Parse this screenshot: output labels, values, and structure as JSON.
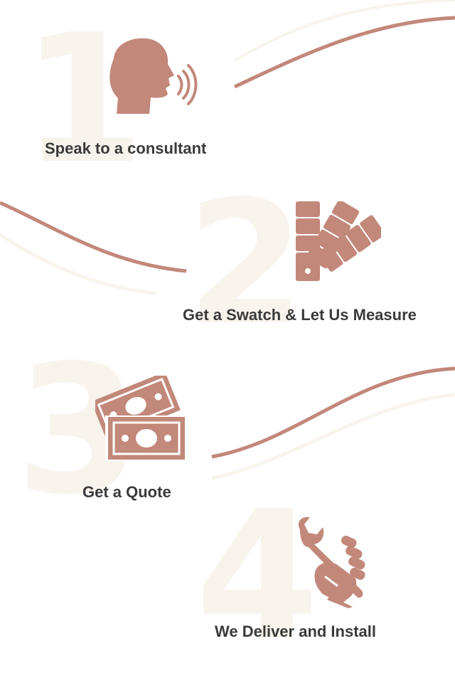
{
  "colors": {
    "accent": "#c2887a",
    "cream": "#f8f4ec",
    "text": "#3a3a3a"
  },
  "steps": [
    {
      "number": "1",
      "label": "Speak to a consultant",
      "icon": "speaking-head-icon"
    },
    {
      "number": "2",
      "label": "Get a Swatch & Let Us Measure",
      "icon": "color-swatch-icon"
    },
    {
      "number": "3",
      "label": "Get a Quote",
      "icon": "money-bills-icon"
    },
    {
      "number": "4",
      "label": "We Deliver and Install",
      "icon": "wrench-hand-icon"
    }
  ]
}
